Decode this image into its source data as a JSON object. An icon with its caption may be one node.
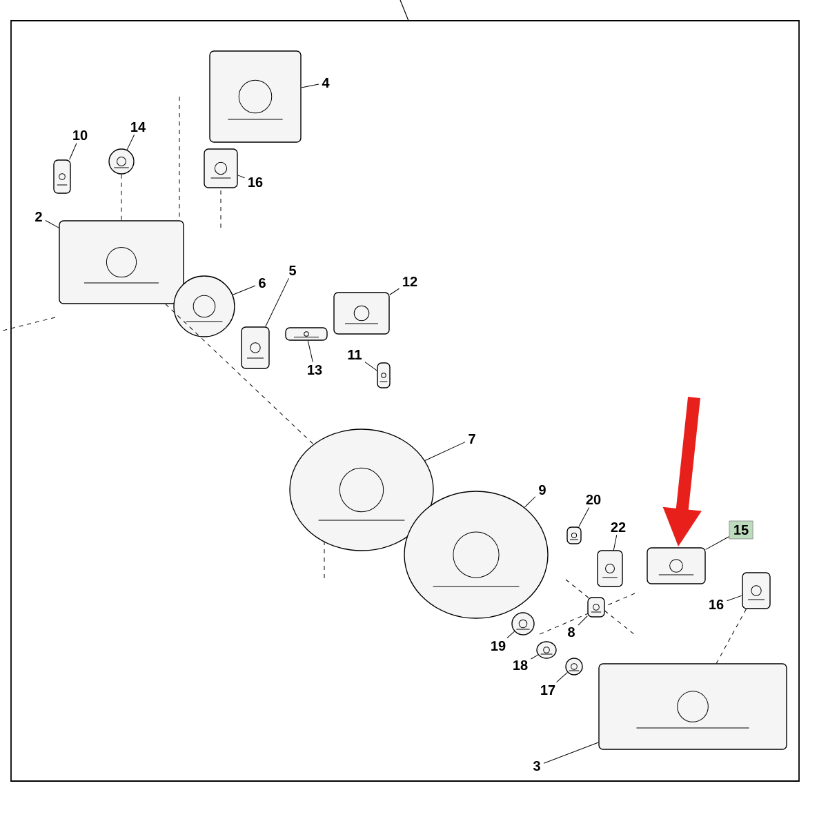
{
  "diagram": {
    "nodes": [
      {
        "text": [
          "4"
        ]
      },
      {
        "text": [],
        "shape": "picture"
      },
      {
        "text": [
          "16"
        ]
      },
      {
        "text": [],
        "shape": "picture"
      },
      {
        "text": [
          "14"
        ]
      },
      {
        "text": [],
        "shape": "picture"
      },
      {
        "text": [
          "10"
        ]
      },
      {
        "text": [],
        "shape": "picture"
      },
      {
        "text": [
          "2"
        ]
      },
      {
        "text": [],
        "shape": "picture"
      },
      {
        "text": [
          "6"
        ]
      },
      {
        "text": [],
        "shape": "picture"
      },
      {
        "text": [
          "5"
        ]
      },
      {
        "text": [],
        "shape": "picture"
      },
      {
        "text": [
          "12"
        ]
      },
      {
        "text": [],
        "shape": "picture"
      },
      {
        "text": [
          "13"
        ]
      },
      {
        "text": [],
        "shape": "picture"
      },
      {
        "text": [
          "11"
        ]
      },
      {
        "text": [],
        "shape": "picture"
      },
      {
        "text": [
          "7"
        ]
      },
      {
        "text": [],
        "shape": "picture"
      },
      {
        "text": [
          "9"
        ]
      },
      {
        "text": [],
        "shape": "picture"
      },
      {
        "text": [
          "20"
        ]
      },
      {
        "text": [],
        "shape": "picture"
      },
      {
        "text": [
          "22"
        ]
      },
      {
        "text": [],
        "shape": "picture"
      },
      {
        "text": [
          "15"
        ]
      },
      {
        "text": [],
        "shape": "picture"
      },
      {
        "text": [
          "16"
        ]
      },
      {
        "text": [],
        "shape": "picture"
      },
      {
        "text": [
          "8"
        ]
      },
      {
        "text": [],
        "shape": "picture"
      },
      {
        "text": [
          "19"
        ]
      },
      {
        "text": [],
        "shape": "picture"
      },
      {
        "text": [
          "18"
        ]
      },
      {
        "text": [],
        "shape": "picture"
      },
      {
        "text": [
          "17"
        ]
      },
      {
        "text": [],
        "shape": "picture"
      },
      {
        "text": [
          "3"
        ]
      },
      {
        "text": [],
        "shape": "picture"
      }
    ],
    "edges": [
      {
        "from": 0,
        "to": 1,
        "arrow": "none"
      },
      {
        "from": 2,
        "to": 3,
        "arrow": "none"
      },
      {
        "from": 4,
        "to": 5,
        "arrow": "none"
      },
      {
        "from": 6,
        "to": 7,
        "arrow": "none"
      },
      {
        "from": 8,
        "to": 9,
        "arrow": "none"
      },
      {
        "from": 10,
        "to": 11,
        "arrow": "none"
      },
      {
        "from": 12,
        "to": 13,
        "arrow": "none"
      },
      {
        "from": 14,
        "to": 15,
        "arrow": "none"
      },
      {
        "from": 16,
        "to": 17,
        "arrow": "none"
      },
      {
        "from": 18,
        "to": 19,
        "arrow": "none"
      },
      {
        "from": 20,
        "to": 21,
        "arrow": "none"
      },
      {
        "from": 22,
        "to": 23,
        "arrow": "none"
      },
      {
        "from": 24,
        "to": 25,
        "arrow": "none"
      },
      {
        "from": 26,
        "to": 27,
        "arrow": "none"
      },
      {
        "from": 28,
        "to": 29,
        "arrow": "none"
      },
      {
        "from": 30,
        "to": 31,
        "arrow": "none"
      },
      {
        "from": 32,
        "to": 33,
        "arrow": "none"
      },
      {
        "from": 34,
        "to": 35,
        "arrow": "none"
      },
      {
        "from": 36,
        "to": 37,
        "arrow": "none"
      },
      {
        "from": 38,
        "to": 39,
        "arrow": "none"
      },
      {
        "from": 40,
        "to": 41,
        "arrow": "none"
      },
      {
        "from": null,
        "to": 29,
        "arrow": "to",
        "style": "thick",
        "color": "#e8201c"
      },
      {
        "from": 5,
        "to": 9,
        "arrow": "none",
        "style": "dashed"
      },
      {
        "from": 9,
        "to": 21,
        "arrow": "none",
        "style": "dashed"
      },
      {
        "from": 31,
        "to": 41,
        "arrow": "none",
        "style": "dashed"
      }
    ]
  }
}
